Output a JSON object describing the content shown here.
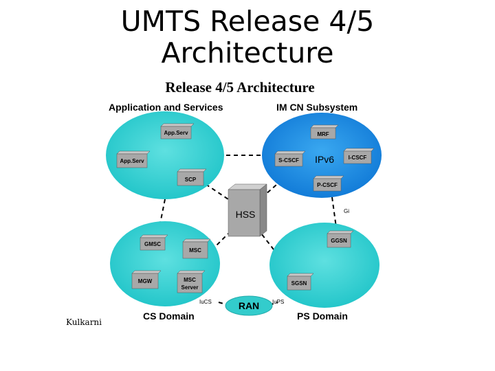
{
  "title_line1": "UMTS Release 4/5",
  "title_line2": "Architecture",
  "diagram_title": "Release 4/5 Architecture",
  "footer": "Kulkarni",
  "regions": {
    "app_services": {
      "label": "Application and Services",
      "color": "#33cccc",
      "nodes": [
        "App.Serv",
        "App.Serv",
        "SCP"
      ]
    },
    "im_cn": {
      "label": "IM CN Subsystem",
      "color": "#1a8ee6",
      "ipv6": "IPv6",
      "nodes": [
        "MRF",
        "S-CSCF",
        "I-CSCF",
        "P-CSCF"
      ]
    },
    "cs_domain": {
      "label": "CS Domain",
      "color": "#33cccc",
      "nodes": [
        "GMSC",
        "MSC",
        "MGW",
        "MSC",
        "Server"
      ]
    },
    "ps_domain": {
      "label": "PS Domain",
      "color": "#33cccc",
      "nodes": [
        "GGSN",
        "SGSN"
      ]
    }
  },
  "hss": "HSS",
  "ran": "RAN",
  "interfaces": {
    "gi": "Gi",
    "iu_cs": "IuCS",
    "iu_ps": "IuPS"
  }
}
